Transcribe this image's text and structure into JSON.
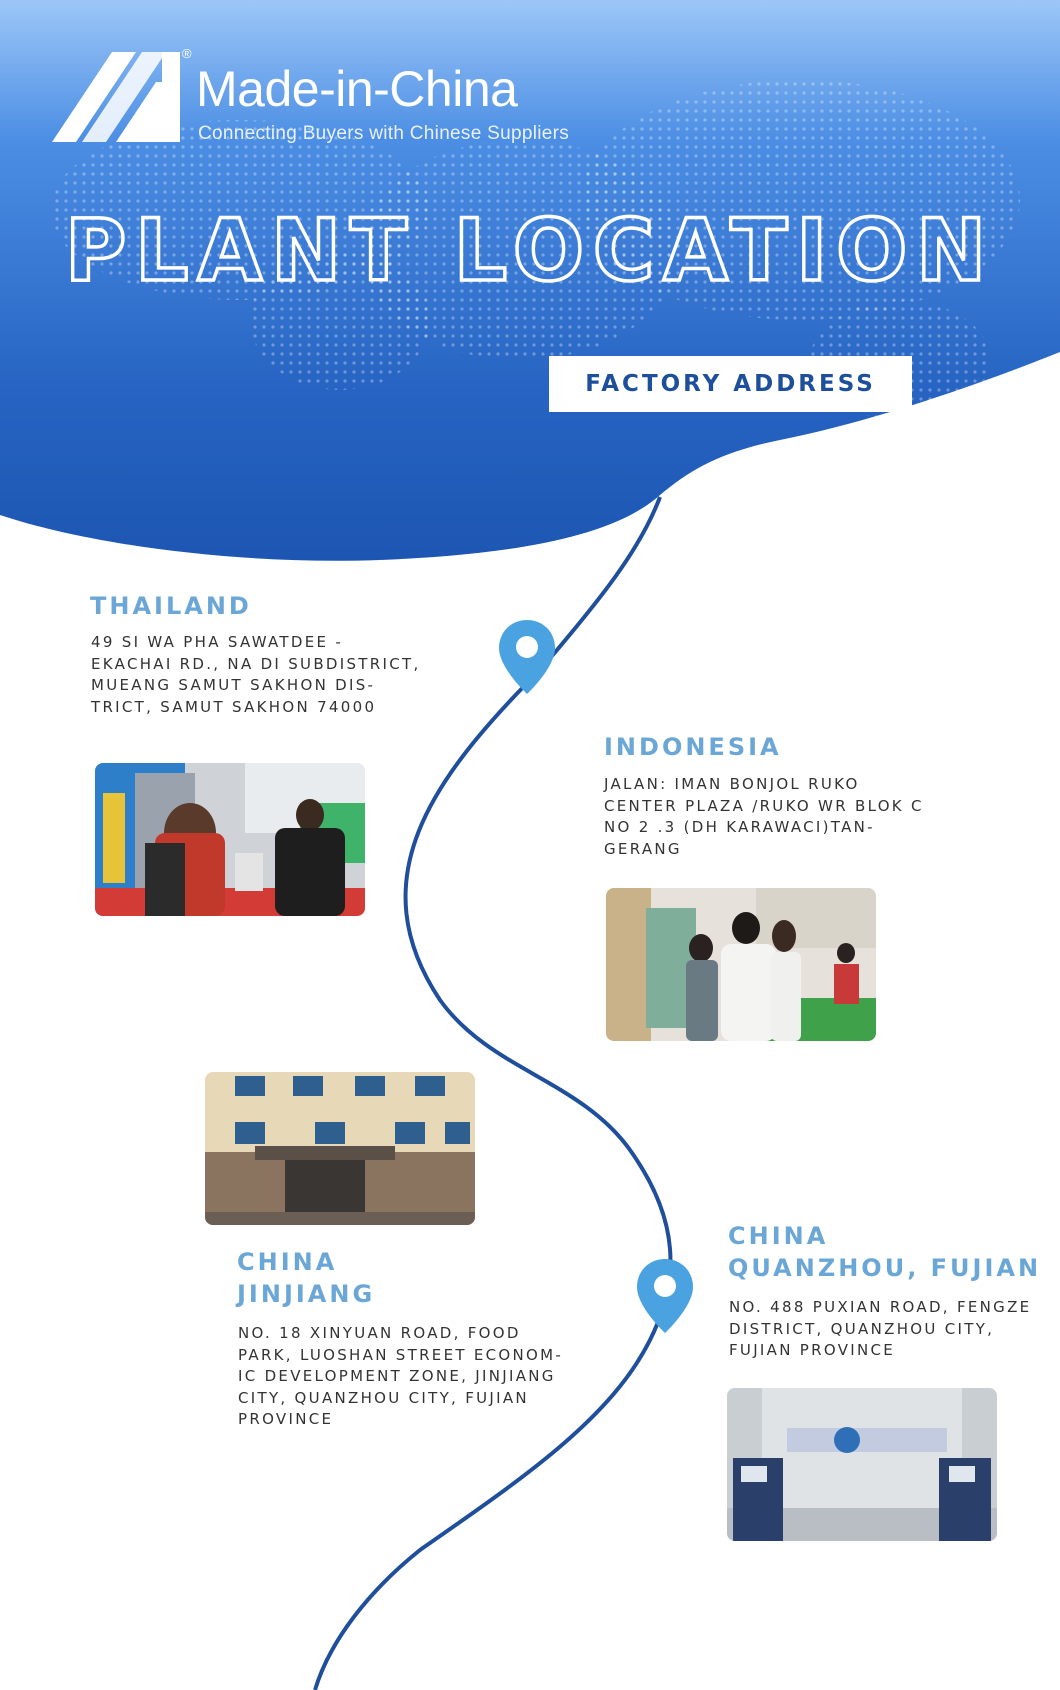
{
  "brand": {
    "name": "Made-in-China",
    "tagline": "Connecting Buyers with Chinese Suppliers",
    "registered_mark": "®"
  },
  "headline": "PLANT LOCATION",
  "factory_address_label": "FACTORY ADDRESS",
  "colors": {
    "header_blue": "#2a64c0",
    "accent_blue": "#1e4f9b",
    "title_blue": "#6aa6d6",
    "pin_blue": "#4aa3e0"
  },
  "locations": [
    {
      "title": "THAILAND",
      "address": "49 SI WA PHA SAWATDEE - EKACHAI RD., NA DI SUBDISTRICT, MUEANG SAMUT SAKHON DIS-TRICT, SAMUT SAKHON 74000",
      "address_lines": [
        "49 SI WA PHA SAWATDEE -",
        "EKACHAI RD., NA DI SUBDISTRICT,",
        "MUEANG SAMUT SAKHON DIS-",
        "TRICT, SAMUT SAKHON 74000"
      ]
    },
    {
      "title": "INDONESIA",
      "address_lines": [
        "JALAN: IMAN BONJOL RUKO",
        "CENTER PLAZA /RUKO WR BLOK C",
        "NO 2 .3 (DH KARAWACI)TAN-",
        "GERANG"
      ]
    },
    {
      "title_lines": [
        "CHINA",
        "JINJIANG"
      ],
      "address_lines": [
        "NO. 18 XINYUAN ROAD, FOOD",
        "PARK, LUOSHAN STREET ECONOM-",
        "IC DEVELOPMENT ZONE, JINJIANG",
        "CITY, QUANZHOU CITY, FUJIAN",
        "PROVINCE"
      ]
    },
    {
      "title_lines": [
        "CHINA",
        "QUANZHOU, FUJIAN"
      ],
      "address_lines": [
        "NO. 488 PUXIAN ROAD, FENGZE",
        "DISTRICT, QUANZHOU CITY,",
        "FUJIAN PROVINCE"
      ]
    }
  ],
  "photos": [
    {
      "name": "thailand-exhibition-photo"
    },
    {
      "name": "indonesia-exhibition-photo"
    },
    {
      "name": "jinjiang-factory-building-photo"
    },
    {
      "name": "quanzhou-office-photo"
    }
  ]
}
